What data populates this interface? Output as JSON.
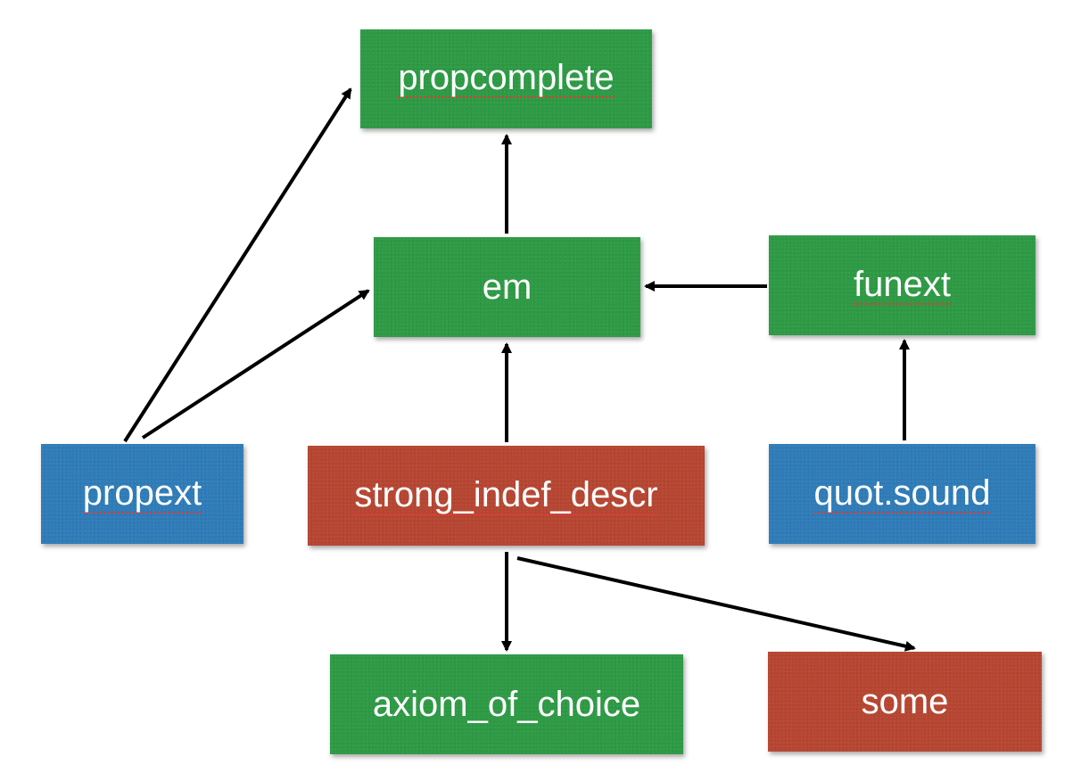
{
  "colors": {
    "green": "#2e9a45",
    "blue": "#2f7cb8",
    "red": "#b64632",
    "arrow": "#000000",
    "spellcheck": "#e53935"
  },
  "nodes": {
    "propcomplete": {
      "label": "propcomplete",
      "color": "green",
      "spellcheck": true
    },
    "em": {
      "label": "em",
      "color": "green",
      "spellcheck": false
    },
    "funext": {
      "label": "funext",
      "color": "green",
      "spellcheck": true
    },
    "propext": {
      "label": "propext",
      "color": "blue",
      "spellcheck": true
    },
    "strong_indef_descr": {
      "label": "strong_indef_descr",
      "color": "red",
      "spellcheck": true
    },
    "quot_sound": {
      "label": "quot.sound",
      "color": "blue",
      "spellcheck": true
    },
    "axiom_of_choice": {
      "label": "axiom_of_choice",
      "color": "green",
      "spellcheck": false
    },
    "some": {
      "label": "some",
      "color": "red",
      "spellcheck": false
    }
  },
  "edges": [
    {
      "from": "em",
      "to": "propcomplete"
    },
    {
      "from": "propext",
      "to": "propcomplete"
    },
    {
      "from": "propext",
      "to": "em"
    },
    {
      "from": "funext",
      "to": "em"
    },
    {
      "from": "strong_indef_descr",
      "to": "em"
    },
    {
      "from": "quot_sound",
      "to": "funext"
    },
    {
      "from": "strong_indef_descr",
      "to": "axiom_of_choice"
    },
    {
      "from": "strong_indef_descr",
      "to": "some"
    }
  ]
}
